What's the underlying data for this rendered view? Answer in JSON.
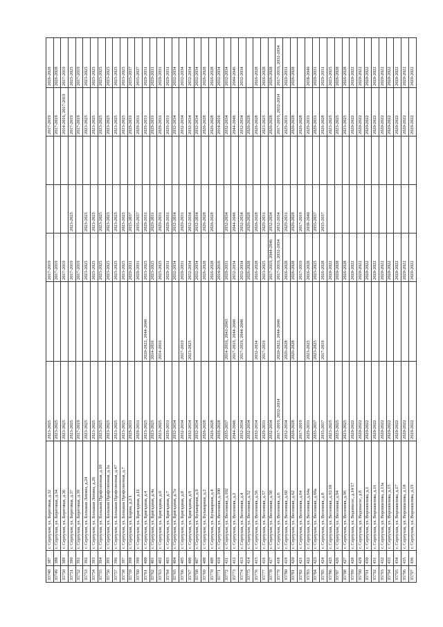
{
  "table": {
    "rows": [
      [
        "35748",
        "387",
        "г. Серпухов, ул. Береговая, д.32",
        "2023-2025",
        "",
        "2017-2019",
        "",
        "",
        "2017-2019",
        "2026-2028"
      ],
      [
        "35749",
        "388",
        "г. Серпухов, ул. Береговая, д.34",
        "2023-2025",
        "",
        "2017-2019",
        "",
        "",
        "2017-2019",
        "2026-2028"
      ],
      [
        "35750",
        "389",
        "г. Серпухов, ул. Береговая, д.36",
        "2023-2025",
        "",
        "2017-2019",
        "",
        "",
        "2014-2016, 2017-2019",
        "2017-2019"
      ],
      [
        "35751",
        "390",
        "г. Серпухов, ул. Береговая, д.37",
        "2023-2025",
        "",
        "2017-2019",
        "2023-2025",
        "",
        "2017-2019",
        "2023-2025"
      ],
      [
        "35752",
        "391",
        "г. Серпухов, ул. Береговая, д.39",
        "2017-2019",
        "",
        "2017-2019",
        "",
        "",
        "2017-2019",
        "2017-2019"
      ],
      [
        "35753",
        "392",
        "г. Серпухов, ул. Большая Ленина, д.24",
        "2023-2025",
        "",
        "2023-2025",
        "2023-2025",
        "",
        "2023-2025",
        "2023-2025"
      ],
      [
        "35754",
        "393",
        "г. Серпухов, ул. Большая Ленина, д.26",
        "2023-2025",
        "",
        "2023-2025",
        "2023-2025",
        "",
        "2023-2025",
        "2023-2025"
      ],
      [
        "35755",
        "394",
        "г. Серпухов, ул. Большая Профсоюзная, д.10",
        "2023-2025",
        "",
        "2023-2025",
        "2023-2025",
        "",
        "2023-2025",
        "2023-2025"
      ],
      [
        "35756",
        "395",
        "г. Серпухов, ул. Большая Профсоюзная, д.1а",
        "2023-2025",
        "",
        "2023-2025",
        "2023-2025",
        "",
        "2023-2025",
        "2023-2025"
      ],
      [
        "35757",
        "396",
        "г. Серпухов, ул. Большая Профсоюзная, д.47",
        "2023-2025",
        "",
        "2023-2025",
        "2023-2025",
        "",
        "2023-2025",
        "2023-2025"
      ],
      [
        "35758",
        "397",
        "г. Серпухов, ул. Большая Профсоюзная, д.7",
        "2023-2025",
        "",
        "2023-2025",
        "2023-2025",
        "",
        "2023-2025",
        "2023-2025"
      ],
      [
        "35759",
        "398",
        "г. Серпухов, ул. Бором, д.2/1",
        "2029-2031",
        "",
        "2029-2031",
        "2035-2037",
        "",
        "2029-2031",
        "2035-2037"
      ],
      [
        "35760",
        "399",
        "г. Серпухов, ул. Бригадная, д.11",
        "2029-2031",
        "",
        "2029-2031",
        "2035-2037",
        "",
        "2029-2031",
        "2035-2037"
      ],
      [
        "35761",
        "400",
        "г. Серпухов, ул. Бригадная, д.4",
        "2023-2025",
        "2020-2022, 2044-2046",
        "2023-2025",
        "2029-2031",
        "",
        "2029-2031",
        "2029-2031"
      ],
      [
        "35762",
        "401",
        "г. Серпухов, ул. Бригадная, д.4а",
        "2023-2025",
        "2014-2016",
        "2023-2025",
        "2029-2031",
        "",
        "2029-2031",
        "2029-2031"
      ],
      [
        "35763",
        "402",
        "г. Серпухов, ул. Бригадная, д.6",
        "2023-2025",
        "2014-2016",
        "2023-2025",
        "2029-2031",
        "",
        "2029-2031",
        "2029-2031"
      ],
      [
        "35764",
        "403",
        "г. Серпухов, ул. Бригадная, д.7",
        "2029-2031",
        "",
        "2029-2031",
        "2029-2031",
        "",
        "2029-2031",
        "2029-2031"
      ],
      [
        "35765",
        "404",
        "г. Серпухов, ул. Бригадная, д.7а",
        "2032-2034",
        "",
        "2032-2034",
        "2032-2034",
        "",
        "2032-2034",
        "2032-2034"
      ],
      [
        "35766",
        "405",
        "г. Серпухов, ул. Бригадная, д.8",
        "2032-2034",
        "2017-2019",
        "2029-2031",
        "2029-2031",
        "",
        "2032-2034",
        "2032-2034"
      ],
      [
        "35767",
        "406",
        "г. Серпухов, ул. Бригадная, д.9",
        "2032-2034",
        "2023-2025",
        "2032-2034",
        "2032-2034",
        "",
        "2032-2034",
        "2032-2034"
      ],
      [
        "35768",
        "407",
        "г. Серпухов, ул. Бульварная, д.9",
        "2032-2034",
        "",
        "2032-2034",
        "2032-2034",
        "",
        "2032-2034",
        "2032-2034"
      ],
      [
        "35769",
        "408",
        "г. Серпухов, ул. Бульварная, д.2",
        "2026-2028",
        "",
        "2026-2028",
        "2026-2028",
        "",
        "2026-2028",
        "2026-2028"
      ],
      [
        "35770",
        "409",
        "г. Серпухов, ул. Бульварная, д.4",
        "2026-2028",
        "",
        "2026-2028",
        "2026-2028",
        "",
        "2026-2028",
        "2026-2028"
      ],
      [
        "35771",
        "410",
        "г. Серпухов, ул. Весенняя, д.100",
        "2026-2028",
        "",
        "2014-2016",
        "",
        "",
        "2014-2016",
        "2032-2034"
      ],
      [
        "35772",
        "411",
        "г. Серпухов, ул. Весенняя, д.102",
        "2035-2037",
        "2014-2016, 2041-2043",
        "2029-2031",
        "2032-2034",
        "",
        "2032-2034",
        "2032-2034"
      ],
      [
        "35773",
        "412",
        "г. Серпухов, ул. Весенняя, д.2",
        "2044-2046",
        "2017-2019, 2044-2046",
        "2032-2034",
        "2044-2046",
        "",
        "2044-2046",
        "2044-2046"
      ],
      [
        "35774",
        "413",
        "г. Серпухов, ул. Весенняя, д.4",
        "2032-2034",
        "2017-2019, 2044-2046",
        "2032-2034",
        "2032-2034",
        "",
        "2032-2034",
        "2032-2034"
      ],
      [
        "35775",
        "414",
        "г. Серпухов, ул. Весенняя, д.52",
        "2032-2034",
        "",
        "2026-2028",
        "2026-2028",
        "",
        "2026-2028",
        ""
      ],
      [
        "35776",
        "415",
        "г. Серпухов, ул. Весенняя, д.56",
        "2032-2034",
        "2032-2034",
        "2026-2028",
        "2026-2028",
        "",
        "2026-2028",
        "2026-2028"
      ],
      [
        "35777",
        "416",
        "г. Серпухов, ул. Весенняя, д.57",
        "2029-2031",
        "2017-2019",
        "2023-2025",
        "2029-2031",
        "",
        "2023-2025",
        "2026-2028"
      ],
      [
        "35778",
        "417",
        "г. Серпухов, ул. Весенняя, д.58",
        "2032-2034",
        "",
        "2017-2019, 2044-2046",
        "2032-2034",
        "",
        "2026-2028",
        "2026-2028"
      ],
      [
        "35779",
        "418",
        "г. Серпухов, ул. Весенняя, д.6",
        "2017-2019, 2032-2034",
        "2020-2022, 2044-2046",
        "2017-2019, 2032-2034",
        "2032-2034",
        "",
        "2017-2019, 2032-2034",
        "2017-2019, 2032-2034"
      ],
      [
        "35780",
        "419",
        "г. Серпухов, ул. Весенняя, д.60",
        "2032-2034",
        "2026-2028",
        "2026-2028",
        "2029-2031",
        "",
        "2029-2031",
        "2029-2031"
      ],
      [
        "35781",
        "420",
        "г. Серпухов, ул. Весенняя, д.62",
        "2026-2028",
        "2026-2028",
        "2026-2028",
        "2026-2028",
        "",
        "2026-2028",
        "2026-2028"
      ],
      [
        "35782",
        "421",
        "г. Серпухов, ул. Весенняя, д.64",
        "2017-2019",
        "",
        "2017-2019",
        "2017-2019",
        "",
        "2026-2028",
        ""
      ],
      [
        "35783",
        "422",
        "г. Серпухов, ул. Весенняя, д.64а",
        "2029-2031",
        "2023-2025",
        "2026-2028",
        "2038-2040",
        "",
        "2029-2031",
        "2038-2040"
      ],
      [
        "35784",
        "423",
        "г. Серпухов, ул. Весенняя, д.66а",
        "2035-2037",
        "2023-2025",
        "2023-2025",
        "2035-2037",
        "",
        "2029-2031",
        "2029-2031"
      ],
      [
        "35785",
        "424",
        "г. Серпухов, ул. Весенняя, д.8",
        "2035-2037",
        "2017-2019",
        "2026-2028",
        "2035-2037",
        "",
        "2026-2028",
        "2029-2031"
      ],
      [
        "35786",
        "425",
        "г. Серпухов, ул. Весенняя, д.92/18",
        "2023-2025",
        "",
        "2020-2022",
        "",
        "",
        "2023-2025",
        "2023-2025"
      ],
      [
        "35787",
        "426",
        "г. Серпухов, ул. Весенняя, д.94",
        "2023-2025",
        "",
        "2020-2028",
        "",
        "",
        "2023-2025",
        "2026-2028"
      ],
      [
        "35788",
        "427",
        "г. Серпухов, ул. Весенняя, д.96",
        "2023-2025",
        "",
        "2026-2028",
        "",
        "",
        "2023-2025",
        "2026-2028"
      ],
      [
        "35789",
        "428",
        "г. Серпухов, ул. Водонасос, д.14/17",
        "2020-2022",
        "",
        "2020-2022",
        "",
        "",
        "2020-2022",
        "2020-2022"
      ],
      [
        "35790",
        "429",
        "г. Серпухов, ул. Водонасос, д.8",
        "2020-2022",
        "",
        "2020-2022",
        "",
        "",
        "2020-2022",
        "2020-2022"
      ],
      [
        "35791",
        "430",
        "г. Серпухов, ул. Ворошилова, д.1",
        "2020-2022",
        "",
        "2020-2022",
        "",
        "",
        "2020-2022",
        "2020-2022"
      ],
      [
        "35792",
        "431",
        "г. Серпухов, ул. Ворошилова, д.11",
        "2020-2022",
        "",
        "2020-2022",
        "",
        "",
        "2020-2022",
        "2020-2022"
      ],
      [
        "35793",
        "432",
        "г. Серпухов, ул. Ворошилова, д.13а",
        "2020-2022",
        "",
        "2020-2022",
        "",
        "",
        "2020-2022",
        "2020-2022"
      ],
      [
        "35794",
        "433",
        "г. Серпухов, ул. Ворошилова, д.15",
        "2020-2022",
        "",
        "2020-2022",
        "",
        "",
        "2020-2022",
        "2020-2022"
      ],
      [
        "35795",
        "434",
        "г. Серпухов, ул. Ворошилова, д.17",
        "2020-2022",
        "",
        "2020-2022",
        "",
        "",
        "2020-2022",
        "2020-2022"
      ],
      [
        "35796",
        "435",
        "г. Серпухов, ул. Ворошилова, д.18",
        "2020-2022",
        "",
        "2020-2022",
        "",
        "",
        "2020-2022",
        "2020-2022"
      ],
      [
        "35797",
        "436",
        "г. Серпухов, ул. Ворошилова, д.19",
        "2020-2022",
        "",
        "2020-2022",
        "",
        "",
        "2020-2022",
        "2020-2022"
      ]
    ]
  }
}
